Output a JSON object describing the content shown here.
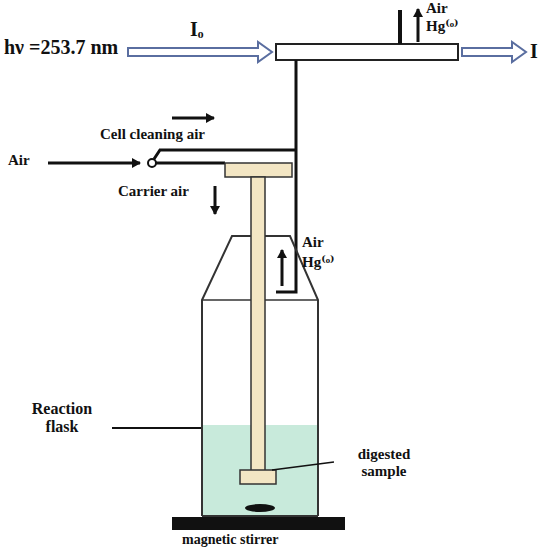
{
  "diagram": {
    "labels": [
      "hν =253.7 nm",
      "Iₒ",
      "I",
      "Air",
      "Hg⁽ᵒ⁾",
      "Cell cleaning air",
      "Air",
      "Carrier air",
      "Air",
      "Hg⁽ᵒ⁾",
      "Reaction flask",
      "digested sample",
      "magnetic stirrer"
    ]
  }
}
